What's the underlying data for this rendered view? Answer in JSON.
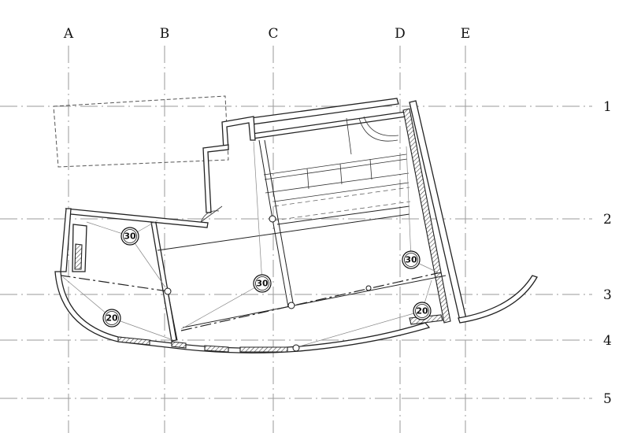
{
  "grid": {
    "vertical_labels": [
      "A",
      "B",
      "C",
      "D",
      "E"
    ],
    "horizontal_labels": [
      "1",
      "2",
      "3",
      "4",
      "5"
    ]
  },
  "slab_tags": [
    {
      "id": "slab-1",
      "value": "30"
    },
    {
      "id": "slab-2",
      "value": "30"
    },
    {
      "id": "slab-3",
      "value": "30"
    },
    {
      "id": "slab-4",
      "value": "20"
    },
    {
      "id": "slab-5",
      "value": "20"
    }
  ]
}
